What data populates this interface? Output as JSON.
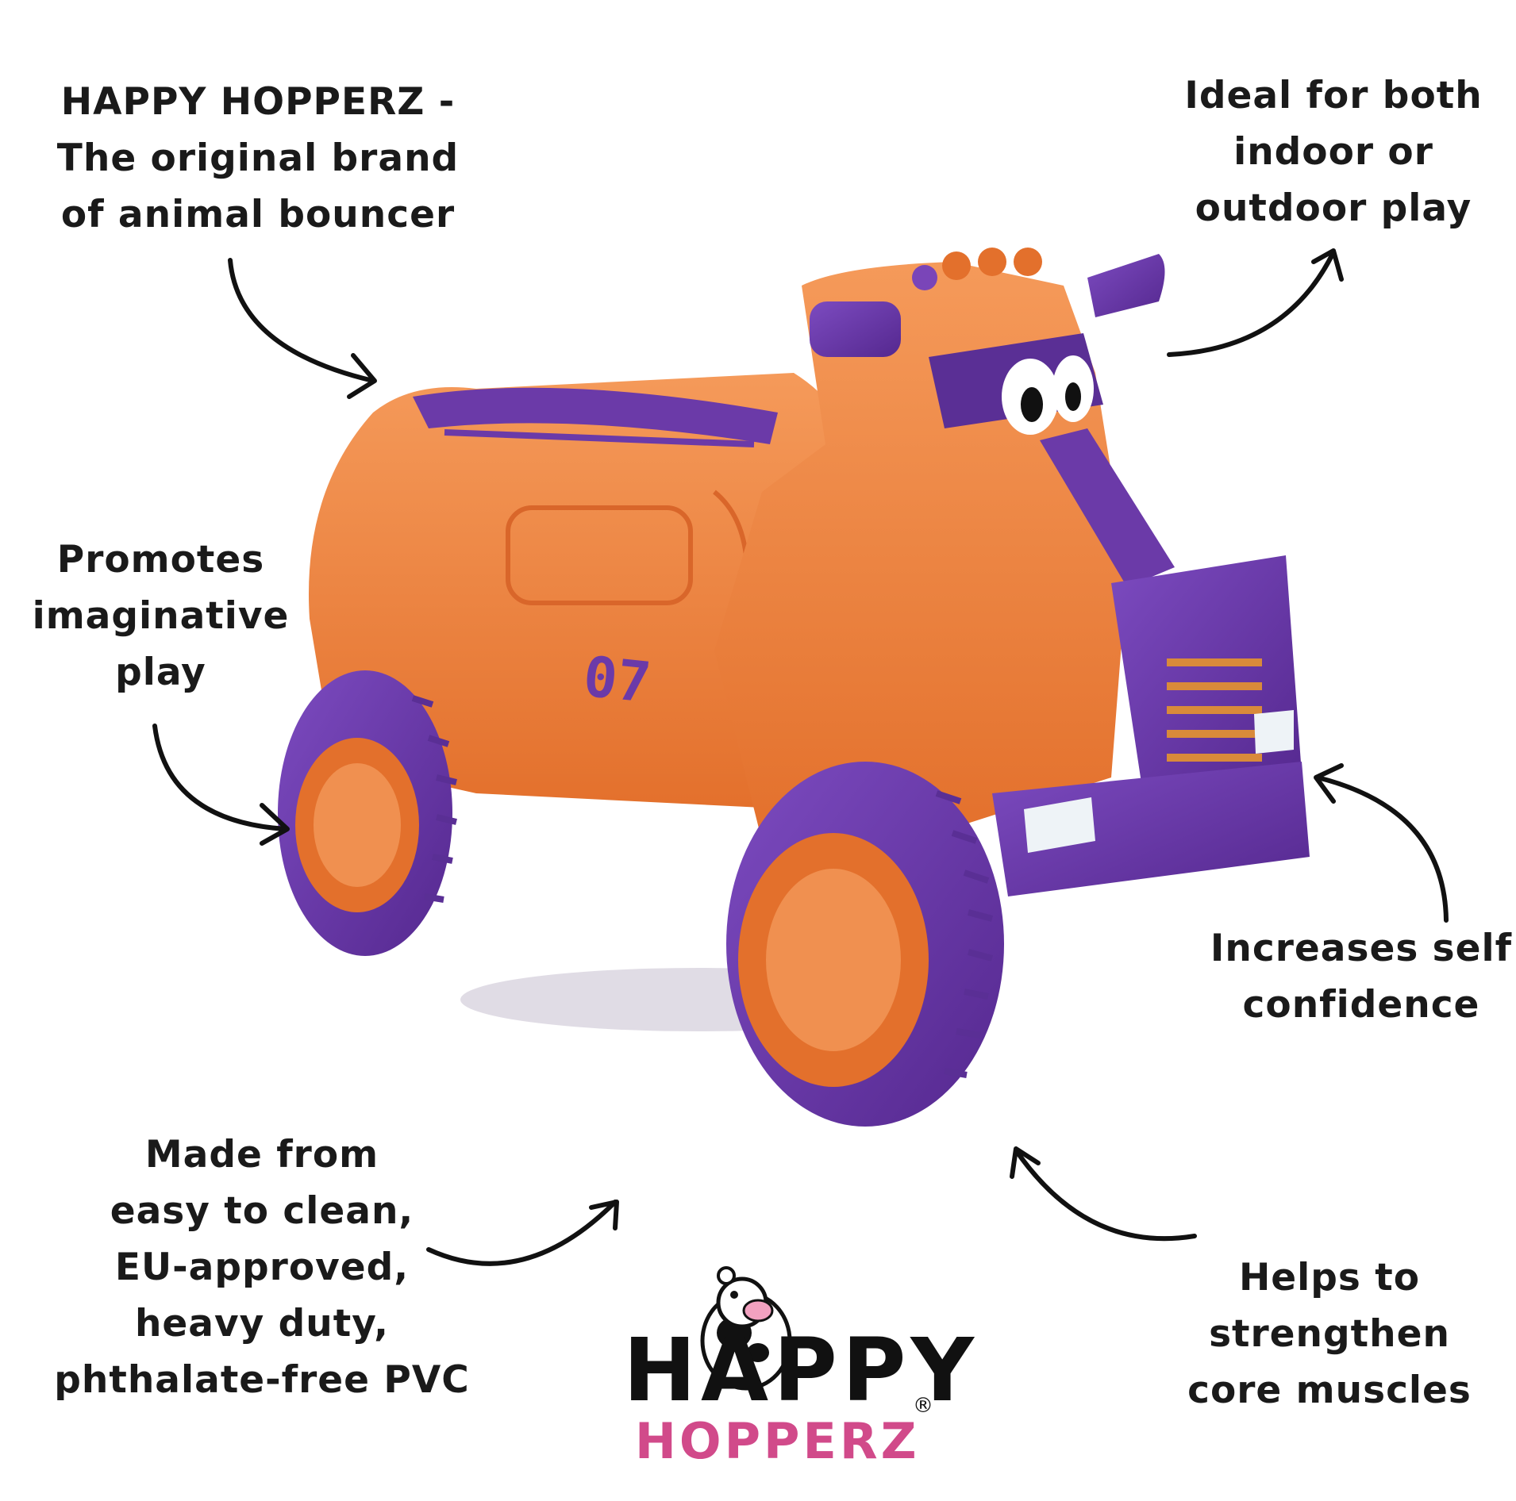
{
  "callouts": {
    "brand": "HAPPY HOPPERZ -\nThe original brand\nof animal bouncer",
    "indoor_outdoor": "Ideal for both\nindoor or\noutdoor play",
    "imaginative": "Promotes\nimaginative\nplay",
    "confidence": "Increases self\nconfidence",
    "material": "Made from\neasy to clean,\nEU-approved,\nheavy duty,\nphthalate-free PVC",
    "core": "Helps to\nstrengthen\ncore muscles"
  },
  "product": {
    "number_marking": "07"
  },
  "logo": {
    "line1": "HAPPY",
    "line2": "HOPPERZ",
    "registered_mark": "®"
  },
  "colors": {
    "orange": "#f0823f",
    "purple": "#6b3aa8",
    "text": "#1a1a1a"
  },
  "icons": {
    "arrows": "curved-arrow-icon",
    "mascot": "cow-icon"
  }
}
